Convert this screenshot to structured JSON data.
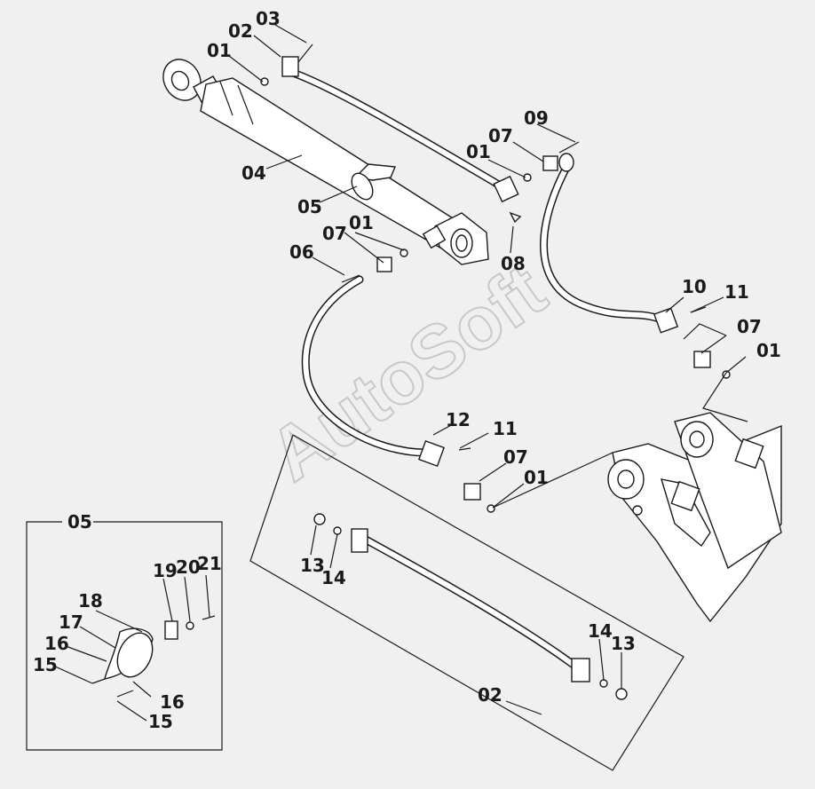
{
  "watermark": "AutoSoft",
  "inset": {
    "title": "05"
  },
  "callouts": {
    "c03_top": "03",
    "c02_top": "02",
    "c01_top": "01",
    "c04": "04",
    "c05": "05",
    "c01_a": "01",
    "c07_a": "07",
    "c06": "06",
    "c08": "08",
    "c09": "09",
    "c07_b": "07",
    "c01_b": "01",
    "c10": "10",
    "c11_a": "11",
    "c07_c": "07",
    "c01_c": "01",
    "c12": "12",
    "c11_b": "11",
    "c07_d": "07",
    "c01_d": "01",
    "c13_a": "13",
    "c14_a": "14",
    "c14_b": "14",
    "c13_b": "13",
    "c02_bottom": "02",
    "c19": "19",
    "c20": "20",
    "c21": "21",
    "c18": "18",
    "c17": "17",
    "c16_a": "16",
    "c15_a": "15",
    "c16_b": "16",
    "c15_b": "15"
  }
}
